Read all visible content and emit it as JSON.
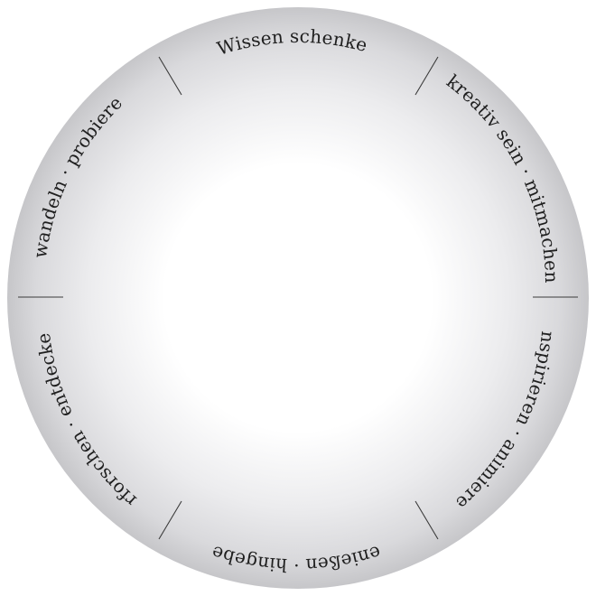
{
  "diagram": {
    "segments": [
      {
        "id": "top",
        "label": "Wissen schenken"
      },
      {
        "id": "upper-right",
        "label": "kreativ sein · mitmachen"
      },
      {
        "id": "lower-right",
        "label": "inspirieren · animieren"
      },
      {
        "id": "bottom",
        "label": "genießen · hingeben"
      },
      {
        "id": "lower-left",
        "label": "erforschen · entdecken"
      },
      {
        "id": "upper-left",
        "label": "wandeln · probieren"
      }
    ],
    "colors": {
      "ring_outer": "#c9c9cc",
      "ring_mid": "#e2e2e4",
      "center": "#ffffff",
      "divider": "#3a3a3a",
      "text": "#1f1f1f"
    }
  }
}
